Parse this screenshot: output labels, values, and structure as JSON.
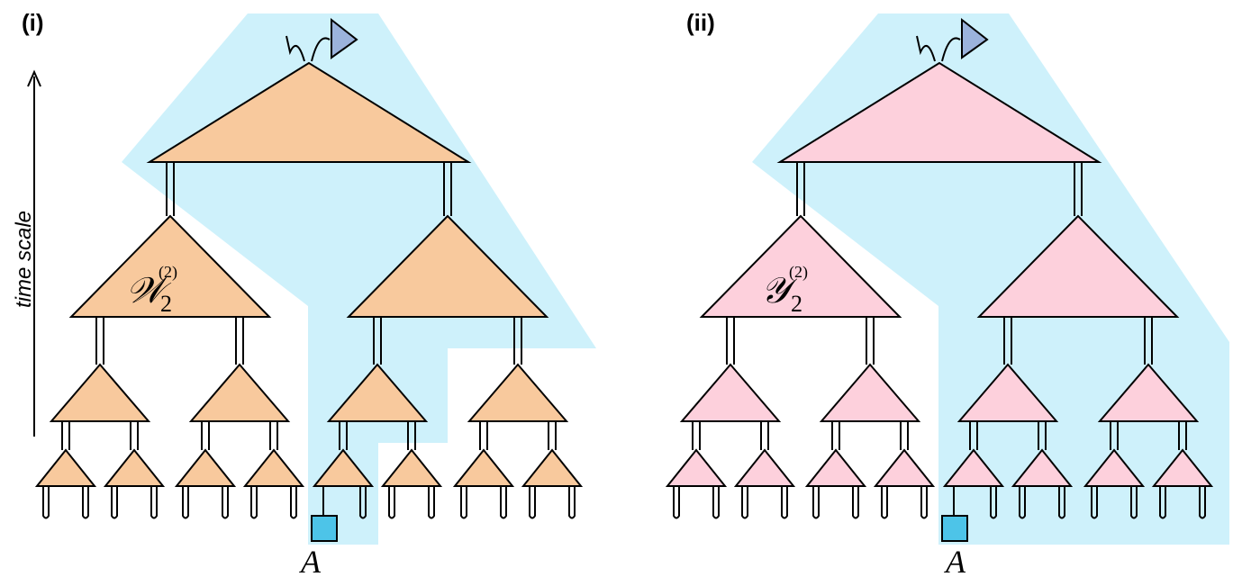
{
  "panels": [
    {
      "id": "i",
      "label": "(i)",
      "tensor_symbol": "𝒲",
      "tensor_subscript": "2",
      "tensor_superscript": "(2)",
      "fill_color": "#f8c99d",
      "operator_label": "A"
    },
    {
      "id": "ii",
      "label": "(ii)",
      "tensor_symbol": "𝒴",
      "tensor_subscript": "2",
      "tensor_superscript": "(2)",
      "fill_color": "#fdd0dc",
      "operator_label": "A"
    }
  ],
  "axis": {
    "label": "time scale"
  },
  "colors": {
    "light_cone": "#cef1fb",
    "operator": "#4dc4e8",
    "top_output": "#9bb3dc",
    "stroke": "#000000"
  }
}
